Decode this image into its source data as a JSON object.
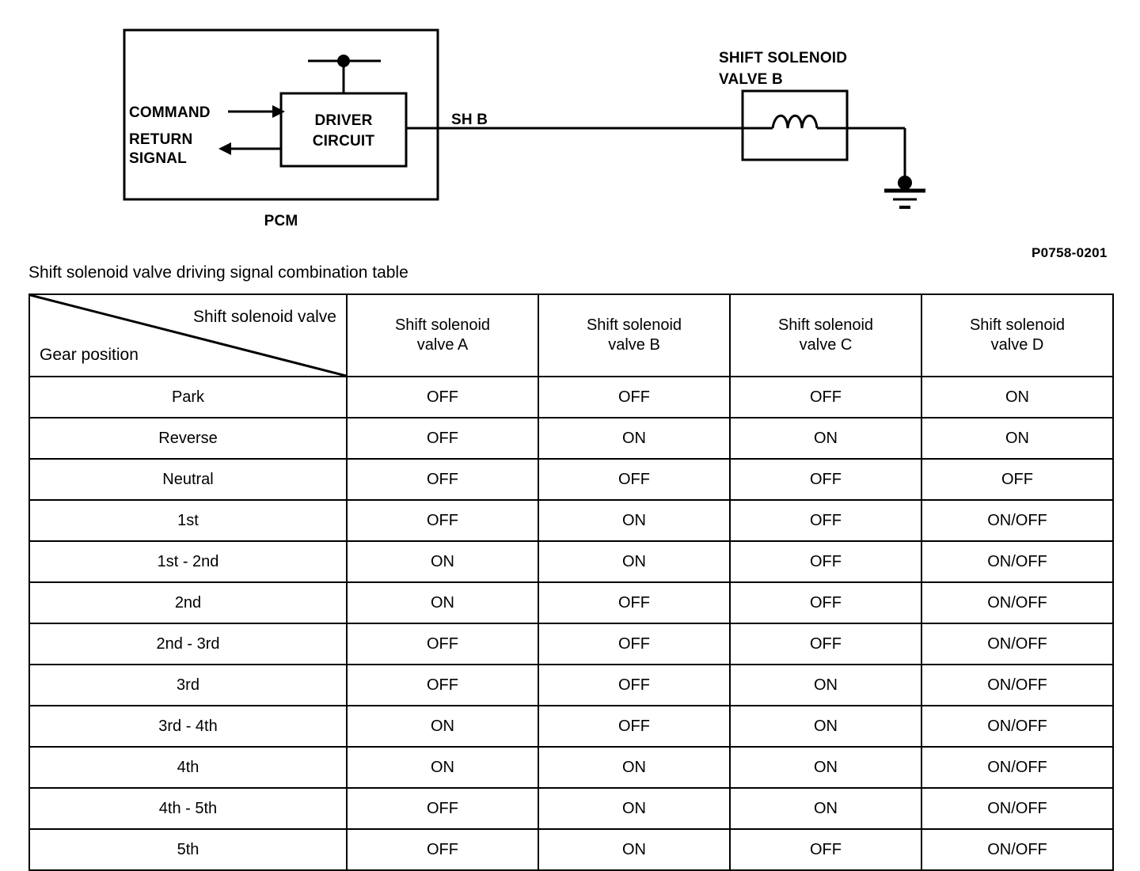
{
  "diagram": {
    "pcm_label": "PCM",
    "driver_circuit_label": "DRIVER\nCIRCUIT",
    "command_label": "COMMAND",
    "return_signal_label": "RETURN\nSIGNAL",
    "wire_label": "SH B",
    "solenoid_label": "SHIFT SOLENOID\nVALVE B",
    "reference_code": "P0758-0201",
    "line_color": "#000000"
  },
  "table": {
    "caption": "Shift solenoid valve driving signal combination table",
    "corner": {
      "top_right": "Shift solenoid valve",
      "bottom_left": "Gear position"
    },
    "columns": [
      "Shift solenoid\nvalve A",
      "Shift solenoid\nvalve B",
      "Shift solenoid\nvalve C",
      "Shift solenoid\nvalve D"
    ],
    "rows": [
      {
        "gear": "Park",
        "a": "OFF",
        "b": "OFF",
        "c": "OFF",
        "d": "ON"
      },
      {
        "gear": "Reverse",
        "a": "OFF",
        "b": "ON",
        "c": "ON",
        "d": "ON"
      },
      {
        "gear": "Neutral",
        "a": "OFF",
        "b": "OFF",
        "c": "OFF",
        "d": "OFF"
      },
      {
        "gear": "1st",
        "a": "OFF",
        "b": "ON",
        "c": "OFF",
        "d": "ON/OFF"
      },
      {
        "gear": "1st - 2nd",
        "a": "ON",
        "b": "ON",
        "c": "OFF",
        "d": "ON/OFF"
      },
      {
        "gear": "2nd",
        "a": "ON",
        "b": "OFF",
        "c": "OFF",
        "d": "ON/OFF"
      },
      {
        "gear": "2nd - 3rd",
        "a": "OFF",
        "b": "OFF",
        "c": "OFF",
        "d": "ON/OFF"
      },
      {
        "gear": "3rd",
        "a": "OFF",
        "b": "OFF",
        "c": "ON",
        "d": "ON/OFF"
      },
      {
        "gear": "3rd - 4th",
        "a": "ON",
        "b": "OFF",
        "c": "ON",
        "d": "ON/OFF"
      },
      {
        "gear": "4th",
        "a": "ON",
        "b": "ON",
        "c": "ON",
        "d": "ON/OFF"
      },
      {
        "gear": "4th - 5th",
        "a": "OFF",
        "b": "ON",
        "c": "ON",
        "d": "ON/OFF"
      },
      {
        "gear": "5th",
        "a": "OFF",
        "b": "ON",
        "c": "OFF",
        "d": "ON/OFF"
      }
    ]
  }
}
